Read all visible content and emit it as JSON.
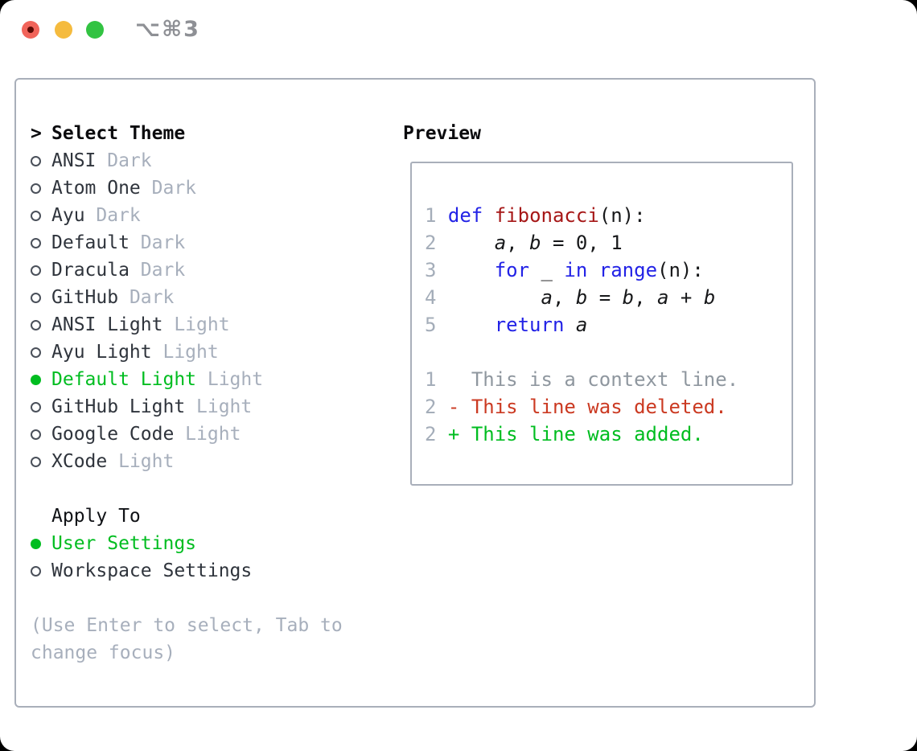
{
  "window": {
    "title": "⌥⌘3",
    "buttons": [
      "close",
      "minimize",
      "zoom"
    ]
  },
  "colors": {
    "accent_green": "#00bd20",
    "keyword_blue": "#2222e6",
    "function_red": "#a61717",
    "deleted_red": "#cb3a22",
    "added_green": "#00bd20",
    "muted_gray": "#a7afbc",
    "border_gray": "#a9afba",
    "traffic_red": "#f1645a",
    "traffic_yellow": "#f5bb3e",
    "traffic_green": "#32c342"
  },
  "picker": {
    "prompt": ">",
    "title": "Select Theme",
    "items": [
      {
        "name": "ANSI",
        "tag": "Dark",
        "selected": false
      },
      {
        "name": "Atom One",
        "tag": "Dark",
        "selected": false
      },
      {
        "name": "Ayu",
        "tag": "Dark",
        "selected": false
      },
      {
        "name": "Default",
        "tag": "Dark",
        "selected": false
      },
      {
        "name": "Dracula",
        "tag": "Dark",
        "selected": false
      },
      {
        "name": "GitHub",
        "tag": "Dark",
        "selected": false
      },
      {
        "name": "ANSI Light",
        "tag": "Light",
        "selected": false
      },
      {
        "name": "Ayu Light",
        "tag": "Light",
        "selected": false
      },
      {
        "name": "Default Light",
        "tag": "Light",
        "selected": true
      },
      {
        "name": "GitHub Light",
        "tag": "Light",
        "selected": false
      },
      {
        "name": "Google Code",
        "tag": "Light",
        "selected": false
      },
      {
        "name": "XCode",
        "tag": "Light",
        "selected": false
      }
    ],
    "apply_to": {
      "title": "Apply To",
      "options": [
        {
          "label": "User Settings",
          "selected": true
        },
        {
          "label": "Workspace Settings",
          "selected": false
        }
      ]
    },
    "hint": "(Use Enter to select, Tab to change focus)"
  },
  "preview": {
    "title": "Preview",
    "code_lines": [
      {
        "num": "1",
        "tokens": [
          [
            "kw",
            "def"
          ],
          [
            "tx",
            " "
          ],
          [
            "fn",
            "fibonacci"
          ],
          [
            "tx",
            "(n):"
          ]
        ]
      },
      {
        "num": "2",
        "tokens": [
          [
            "tx",
            "    "
          ],
          [
            "var",
            "a"
          ],
          [
            "tx",
            ", "
          ],
          [
            "var",
            "b"
          ],
          [
            "tx",
            " = 0, 1"
          ]
        ]
      },
      {
        "num": "3",
        "tokens": [
          [
            "tx",
            "    "
          ],
          [
            "kw",
            "for"
          ],
          [
            "tx",
            " _ "
          ],
          [
            "kw",
            "in"
          ],
          [
            "tx",
            " "
          ],
          [
            "kw",
            "range"
          ],
          [
            "tx",
            "(n):"
          ]
        ]
      },
      {
        "num": "4",
        "tokens": [
          [
            "tx",
            "        "
          ],
          [
            "var",
            "a"
          ],
          [
            "tx",
            ", "
          ],
          [
            "var",
            "b"
          ],
          [
            "tx",
            " = "
          ],
          [
            "var",
            "b"
          ],
          [
            "tx",
            ", "
          ],
          [
            "var",
            "a"
          ],
          [
            "tx",
            " + "
          ],
          [
            "var",
            "b"
          ]
        ]
      },
      {
        "num": "5",
        "tokens": [
          [
            "tx",
            "    "
          ],
          [
            "kw",
            "return"
          ],
          [
            "tx",
            " "
          ],
          [
            "var",
            "a"
          ]
        ]
      }
    ],
    "diff_lines": [
      {
        "num": "1",
        "sign": " ",
        "text": "This is a context line.",
        "kind": "ctx"
      },
      {
        "num": "2",
        "sign": "-",
        "text": "This line was deleted.",
        "kind": "del"
      },
      {
        "num": "2",
        "sign": "+",
        "text": "This line was added.",
        "kind": "add"
      }
    ]
  }
}
